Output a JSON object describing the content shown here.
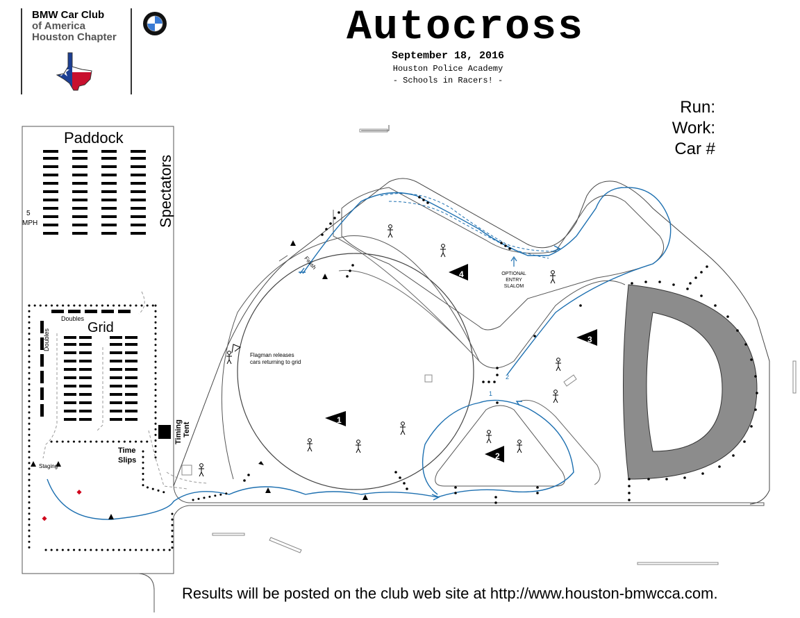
{
  "header": {
    "club_name_lines": [
      "BMW Car Club",
      "of America",
      "Houston Chapter"
    ],
    "title": "Autocross",
    "date": "September 18, 2016",
    "venue": "Houston Police Academy",
    "theme": "- Schools in Racers! -"
  },
  "run_card": {
    "labels": [
      "Run:",
      "Work:",
      "Car #"
    ]
  },
  "map": {
    "paddock_label": "Paddock",
    "spectators_label": "Spectators",
    "speed_limit_lines": [
      "5",
      "MPH"
    ],
    "grid_label": "Grid",
    "doubles_label": "Doubles",
    "timing_tent_lines": [
      "Timing",
      "Tent"
    ],
    "time_slips_lines": [
      "Time",
      "Slips"
    ],
    "staging_label": "Staging",
    "finish_label": "Finish",
    "flagman_lines": [
      "Flagman releases",
      "cars returning to grid"
    ],
    "slalom_lines": [
      "OPTIONAL",
      "ENTRY",
      "SLALOM"
    ],
    "work_stations": [
      "1",
      "2",
      "3",
      "4"
    ],
    "direction_marks": [
      "1",
      "2"
    ]
  },
  "footer": {
    "results_note": "Results will be posted on the club web site at http://www.houston-bmwcca.com."
  },
  "colors": {
    "course_line": "#1c6fb0",
    "skid_pad": "#8c8c8c",
    "cone": "#000000",
    "marker": "#d0021b"
  }
}
